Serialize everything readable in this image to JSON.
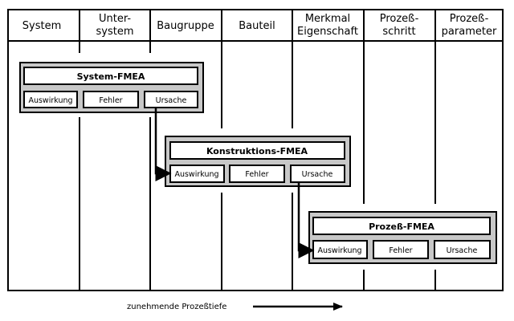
{
  "columns": [
    {
      "line1": "System",
      "line2": ""
    },
    {
      "line1": "Unter-",
      "line2": "system"
    },
    {
      "line1": "Baugruppe",
      "line2": ""
    },
    {
      "line1": "Bauteil",
      "line2": ""
    },
    {
      "line1": "Merkmal",
      "line2": "Eigenschaft"
    },
    {
      "line1": "Prozeß-",
      "line2": "schritt"
    },
    {
      "line1": "Prozeß-",
      "line2": "parameter"
    }
  ],
  "fmea": [
    {
      "title": "System-FMEA",
      "items": [
        "Auswirkung",
        "Fehler",
        "Ursache"
      ]
    },
    {
      "title": "Konstruktions-FMEA",
      "items": [
        "Auswirkung",
        "Fehler",
        "Ursache"
      ]
    },
    {
      "title": "Prozeß-FMEA",
      "items": [
        "Auswirkung",
        "Fehler",
        "Ursache"
      ]
    }
  ],
  "caption": "zunehmende Prozeßtiefe",
  "colors": {
    "box_fill": "#c8c8c8",
    "line": "#000000"
  }
}
